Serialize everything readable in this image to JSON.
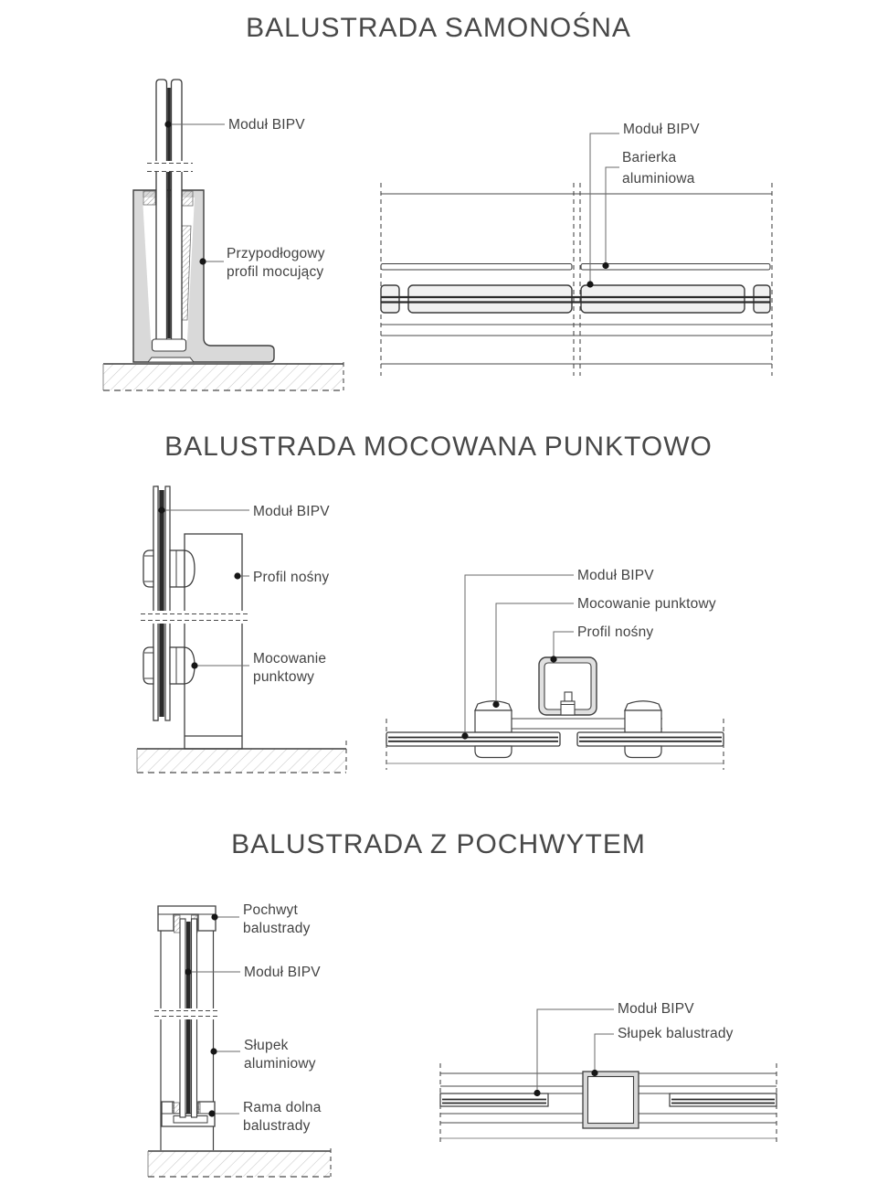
{
  "palette": {
    "line": "#3f3f3f",
    "leader": "#6a6a6a",
    "glass_interlayer": "#2b2b2b",
    "module_fill": "#f1f1f1",
    "profile_fill": "#d9d9d9",
    "ground_hatch": "#c8c8c8",
    "text": "#484848",
    "background": "#ffffff"
  },
  "sections": [
    {
      "title": "BALUSTRADA SAMONOŚNA",
      "section_view_labels": [
        "Moduł BIPV",
        "Przypodłogowy profil mocujący"
      ],
      "plan_view_labels": [
        "Moduł BIPV",
        "Barierka aluminiowa"
      ]
    },
    {
      "title": "BALUSTRADA MOCOWANA PUNKTOWO",
      "section_view_labels": [
        "Moduł BIPV",
        "Profil nośny",
        "Mocowanie punktowy"
      ],
      "plan_view_labels": [
        "Moduł BIPV",
        "Mocowanie punktowy",
        "Profil nośny"
      ]
    },
    {
      "title": "BALUSTRADA Z POCHWYTEM",
      "section_view_labels": [
        "Pochwyt balustrady",
        "Moduł BIPV",
        "Słupek aluminiowy",
        "Rama dolna balustrady"
      ],
      "plan_view_labels": [
        "Moduł BIPV",
        "Słupek balustrady"
      ]
    }
  ]
}
